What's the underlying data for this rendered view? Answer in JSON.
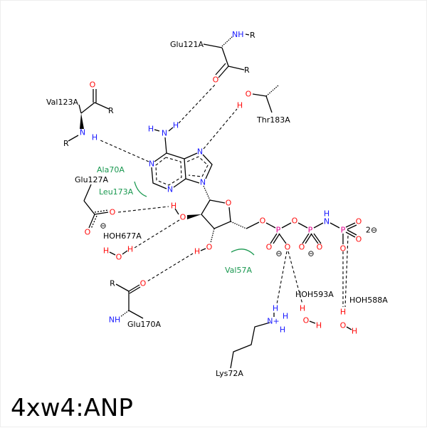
{
  "title": "4xw4:ANP",
  "atoms": {
    "O": "O",
    "N": "N",
    "H": "H",
    "P": "P",
    "R": "R",
    "NH": "NH",
    "Nplus": "N+",
    "minus": "⊖",
    "charge2": "2⊖"
  },
  "residues": {
    "glu121": "Glu121A",
    "val123": "Val123A",
    "thr183": "Thr183A",
    "glu127": "Glu127A",
    "glu170": "Glu170A",
    "lys72": "Lys72A",
    "hoh677": "HOH677A",
    "hoh593": "HOH593A",
    "hoh588": "HOH588A"
  },
  "hydrophobic": {
    "ala70": "Ala70A",
    "leu173": "Leu173A",
    "val57": "Val57A"
  },
  "colors": {
    "oxygen": "#ff0d0d",
    "nitrogen": "#1a1aff",
    "phosphorus": "#e0008c",
    "hydrophobic": "#1a9850"
  }
}
